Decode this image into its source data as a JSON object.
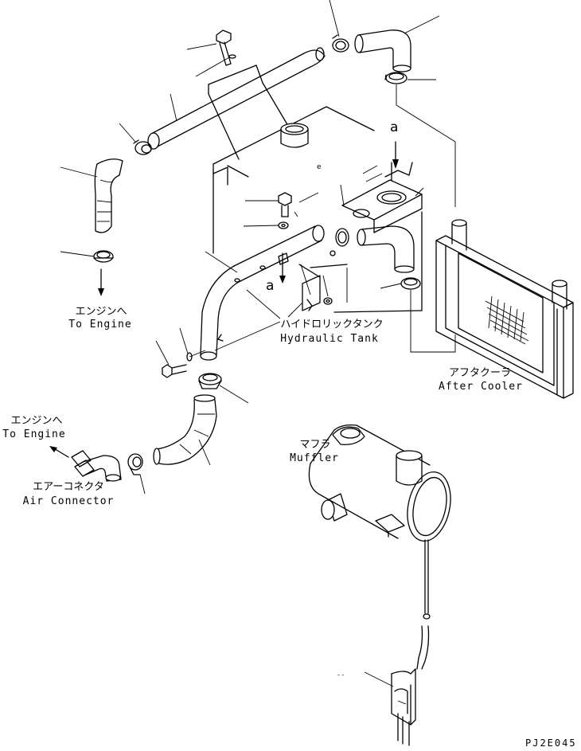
{
  "drawing": {
    "code": "PJ2E045",
    "markers": {
      "a_top": "a",
      "a_mid": "a"
    },
    "labels": {
      "to_engine_upper": {
        "jp": "エンジンへ",
        "en": "To Engine"
      },
      "to_engine_left": {
        "jp": "エンジンへ",
        "en": "To Engine"
      },
      "hydraulic_tank": {
        "jp": "ハイドロリックタンク",
        "en": "Hydraulic Tank"
      },
      "after_cooler": {
        "jp": "アフタクーラ",
        "en": "After Cooler"
      },
      "muffler": {
        "jp": "マフラ",
        "en": "Muffler"
      },
      "air_connector": {
        "jp": "エアーコネクタ",
        "en": "Air Connector"
      }
    }
  }
}
